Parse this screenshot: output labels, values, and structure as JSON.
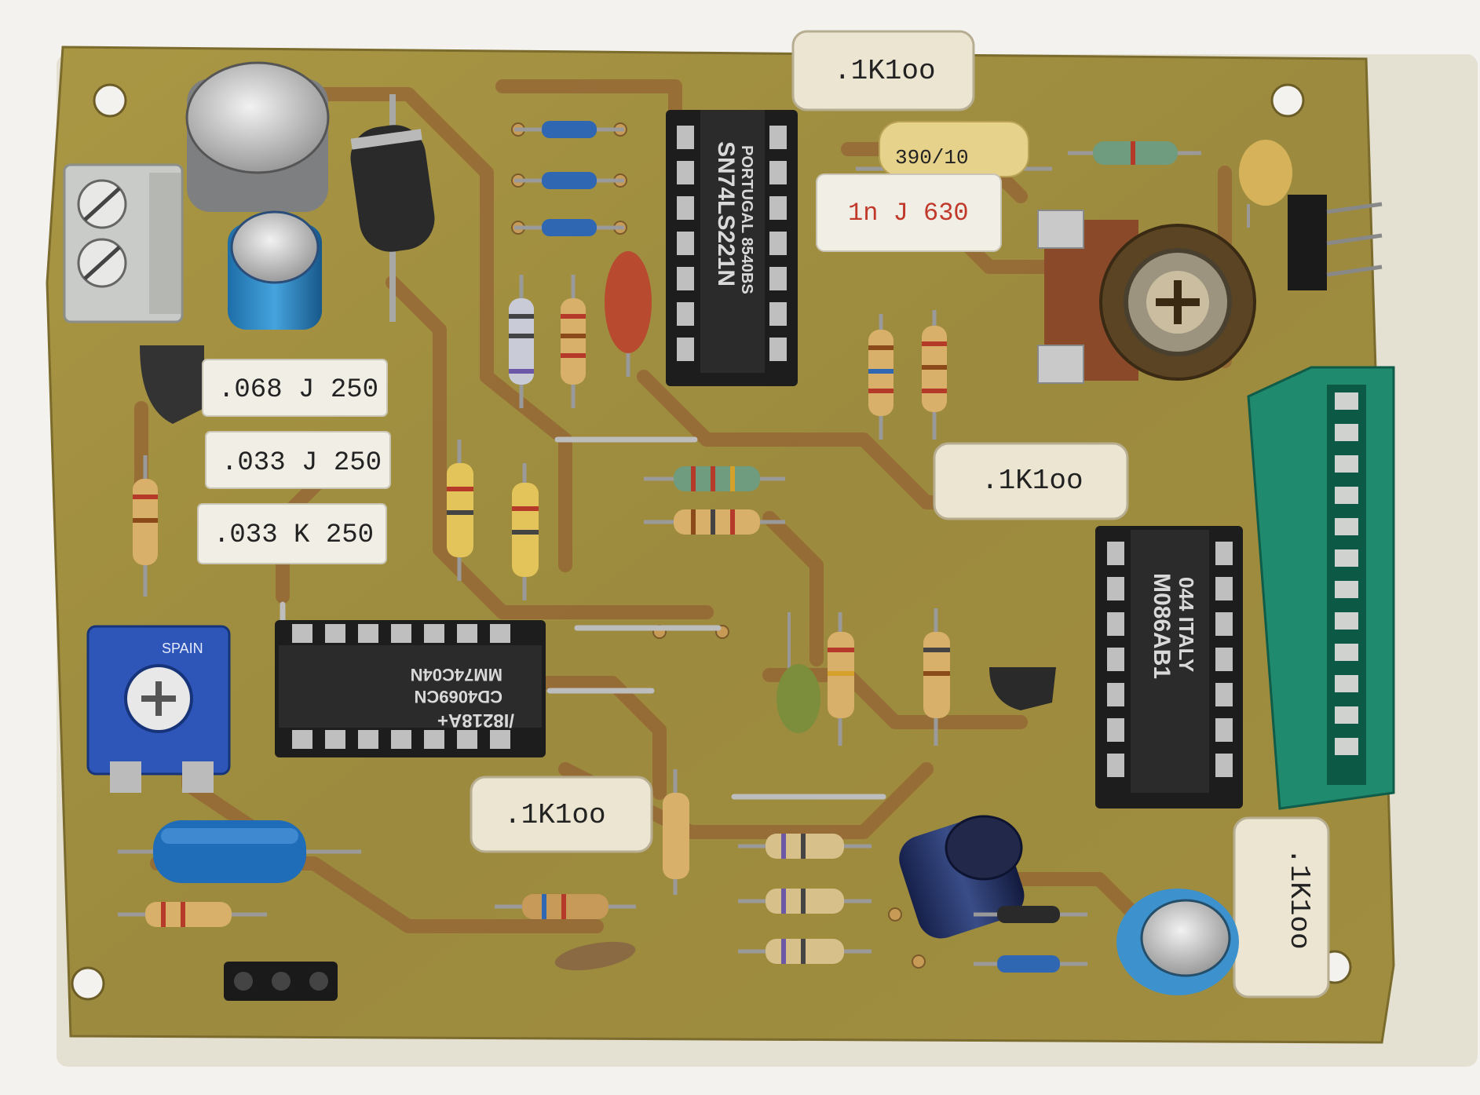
{
  "board": {
    "res_1k_top": ".1K1oo",
    "res_1k_mid": ".1K1oo",
    "res_1k_bottom": ".1K1oo",
    "res_1k_right": ".1K1oo",
    "cap_068": ".068 J 250",
    "cap_033j": ".033 J 250",
    "cap_033k": ".033 K 250",
    "cap_1n": "1n J 630",
    "cap_yellow": "390/10",
    "ic1_line1": "SN74LS221N",
    "ic1_line2": "PORTUGAL 8540BS",
    "ic2_line1": "/I8218A+",
    "ic2_line2": "CD4069CN",
    "ic2_line3": "MM74C04N",
    "ic3_line1": "M086AB1",
    "ic3_line2": "044 ITALY",
    "trimmer_brand": "SPAIN"
  },
  "colors": {
    "background": "#f3f2ee",
    "pcb": "#a6923f",
    "trace": "#9a6a3a",
    "ic_body": "#2b2b2b",
    "socket": "#1d1d1d",
    "edge_connector": "#1f8a6e",
    "trimmer_blue": "#2e55b8",
    "ceramic_resistor": "#ece5d2"
  }
}
